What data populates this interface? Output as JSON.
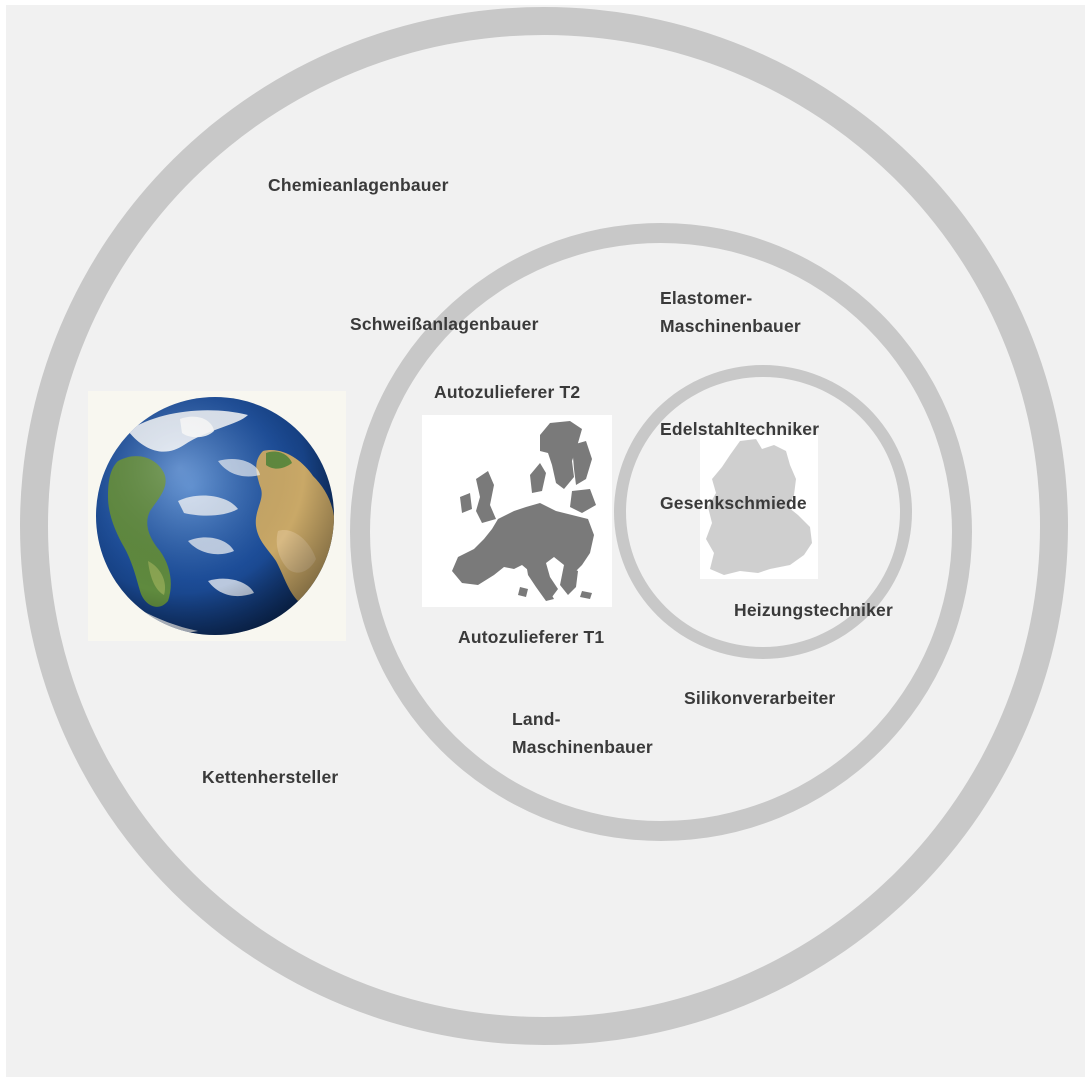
{
  "colors": {
    "background": "#f1f1f1",
    "ring": "#c8c8c8",
    "label_text": "#3a3a3a",
    "map_fill": "#7a7a7a",
    "germany_fill": "#cfcfcf",
    "ocean": "#1d4e9a",
    "land": "#5f8a3e"
  },
  "rings": {
    "global": {
      "labels": {
        "chemieanlagenbauer": "Chemieanlagenbauer",
        "kettenhersteller": "Kettenhersteller"
      },
      "icon": "globe-icon"
    },
    "europe": {
      "labels": {
        "schweissanlagenbauer": "Schweißanlagenbauer",
        "elastomer_line1": "Elastomer-",
        "elastomer_line2": "Maschinenbauer",
        "autozulieferer_t2": "Autozulieferer T2",
        "autozulieferer_t1": "Autozulieferer T1",
        "silikonverarbeiter": "Silikonverarbeiter",
        "land_line1": "Land-",
        "land_line2": "Maschinenbauer"
      },
      "icon": "europe-map-icon"
    },
    "germany": {
      "labels": {
        "edelstahltechniker": "Edelstahltechniker",
        "gesenkschmiede": "Gesenkschmiede",
        "heizungstechniker": "Heizungstechniker"
      },
      "icon": "germany-map-icon"
    }
  }
}
